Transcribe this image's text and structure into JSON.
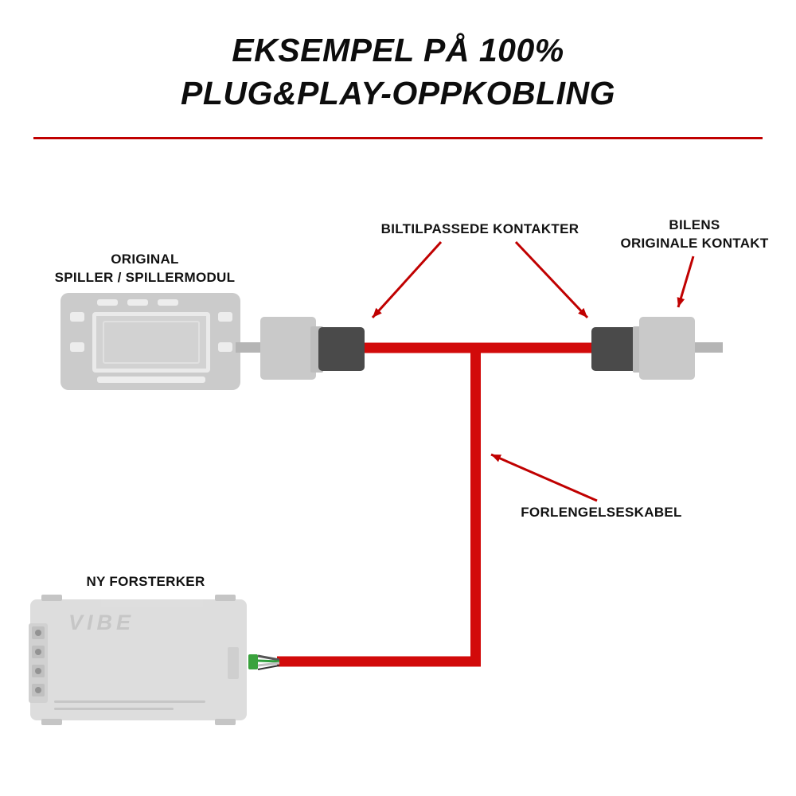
{
  "title": {
    "line1": "EKSEMPEL PÅ 100%",
    "line2": "PLUG&PLAY-OPPKOBLING"
  },
  "labels": {
    "adapted_connectors": "BILTILPASSEDE KONTAKTER",
    "car_original_connector_line1": "BILENS",
    "car_original_connector_line2": "ORIGINALE KONTAKT",
    "original_player_line1": "ORIGINAL",
    "original_player_line2": "SPILLER / SPILLERMODUL",
    "extension_cable": "FORLENGELSESKABEL",
    "new_amplifier": "NY FORSTERKER"
  },
  "amplifier": {
    "brand": "VIBE"
  },
  "colors": {
    "accent_red": "#c00000",
    "cable_red": "#d20a0a",
    "connector_dark": "#4a4a4a",
    "device_grey": "#c9c9c9"
  }
}
